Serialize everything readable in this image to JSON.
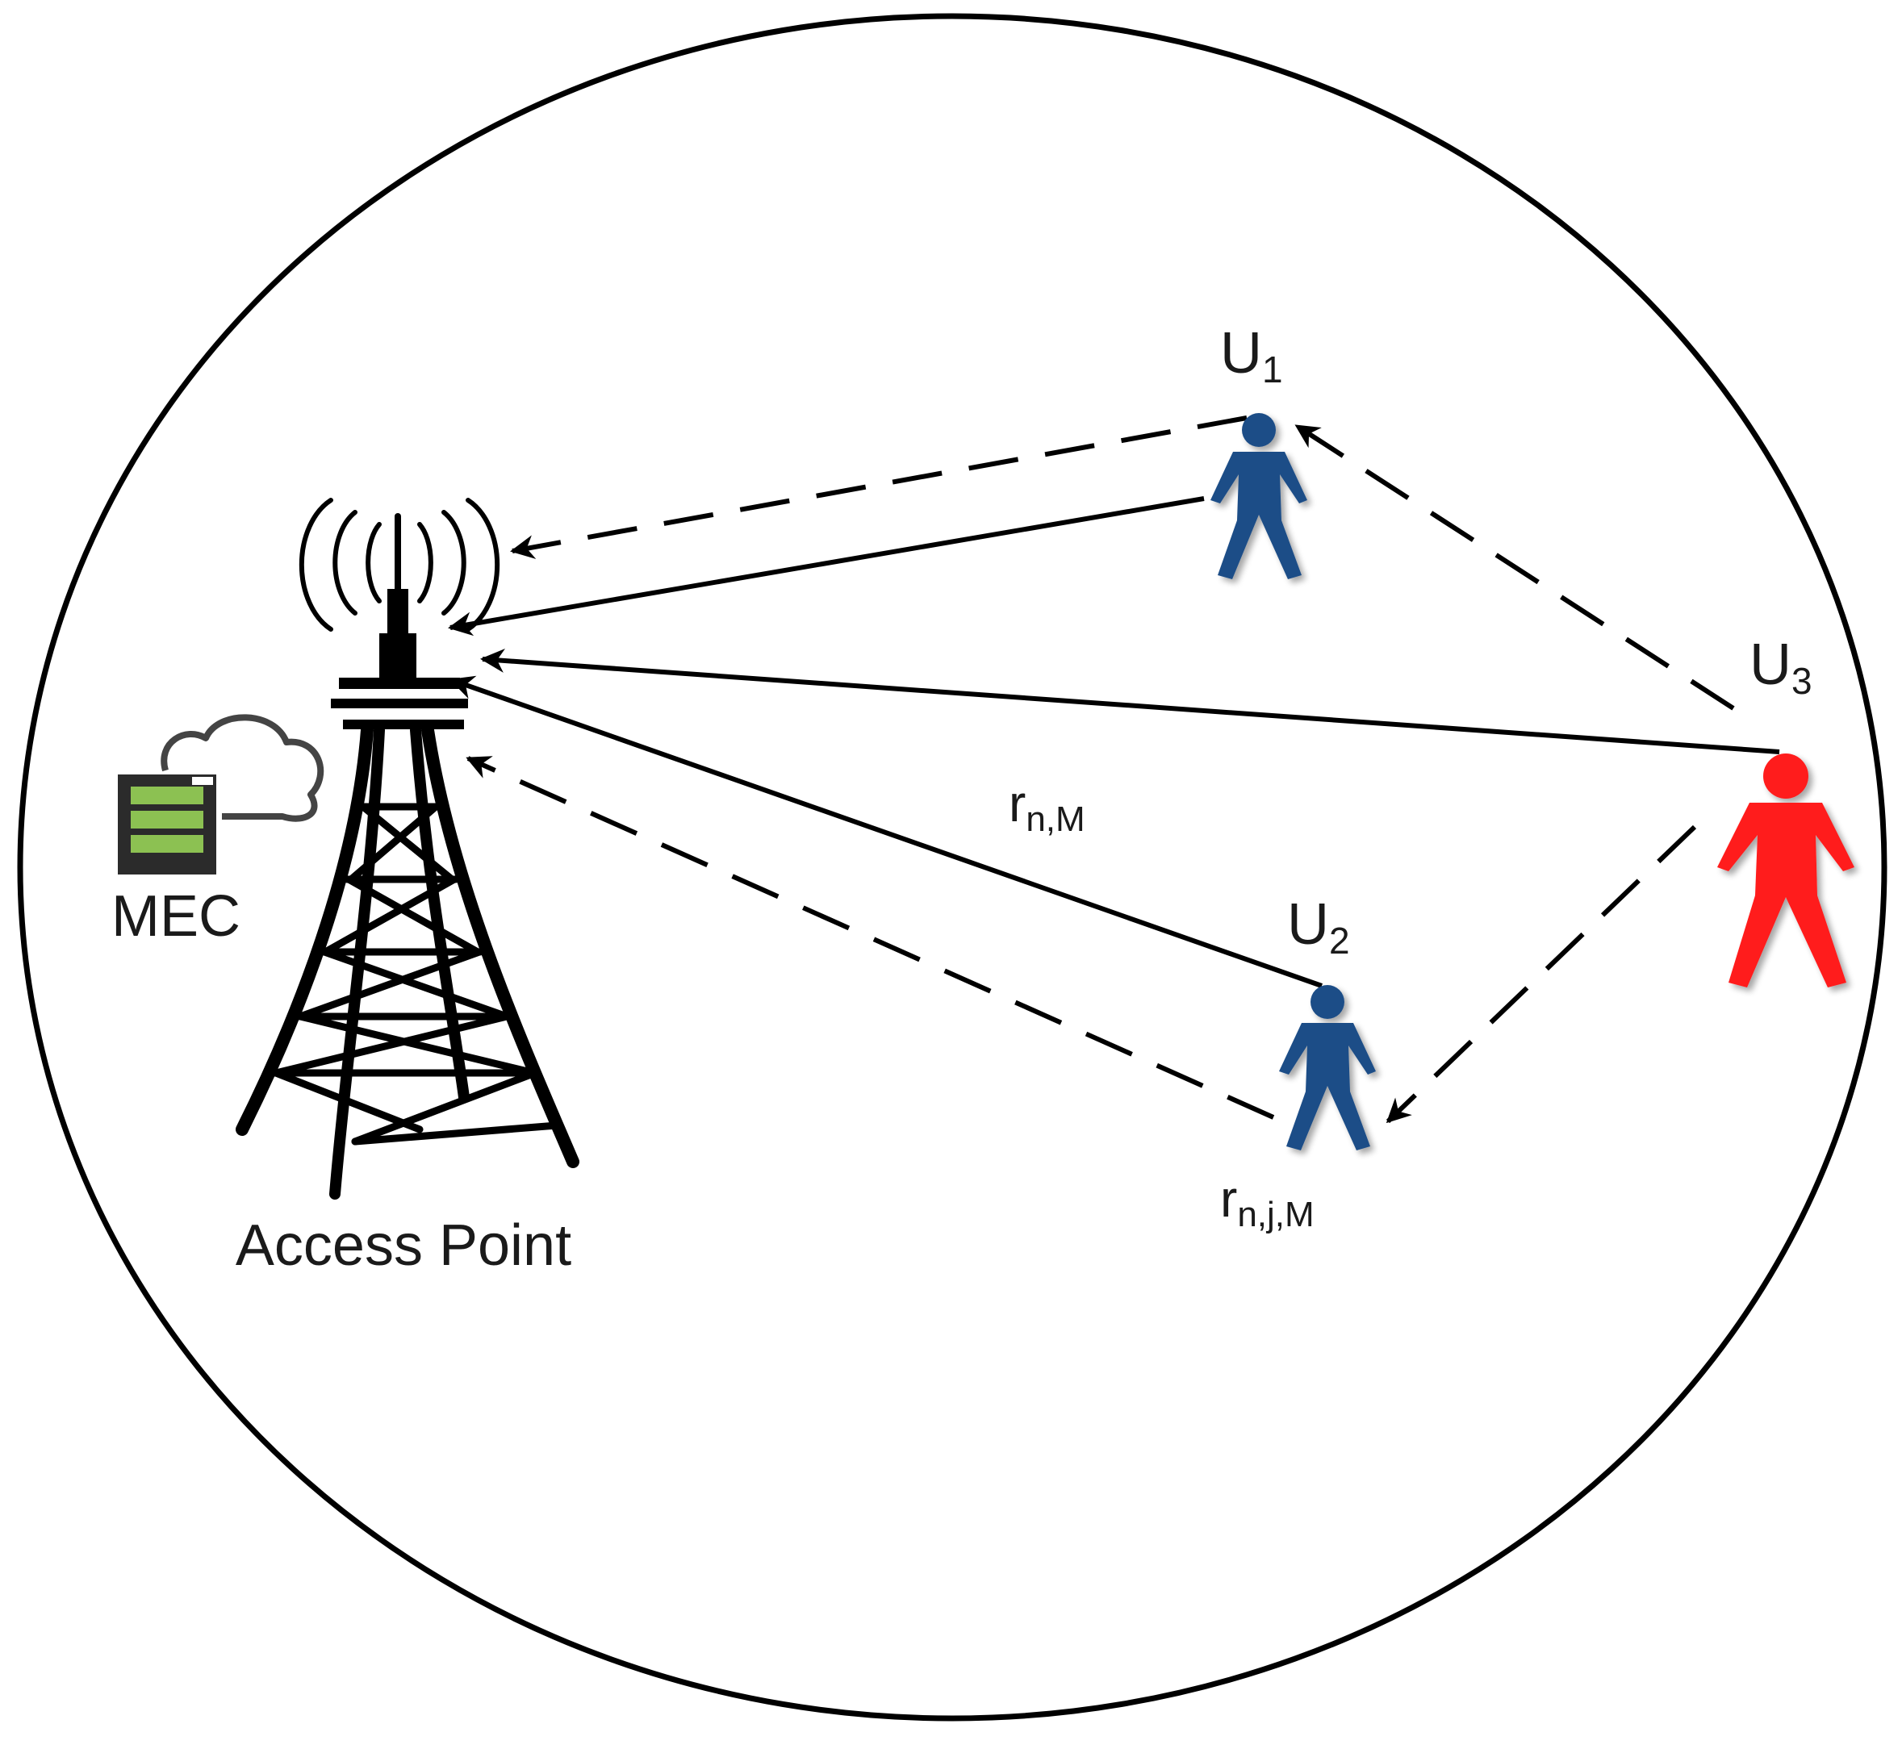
{
  "colors": {
    "outline": "#000000",
    "user": "#1f4e87",
    "requester": "#ff1a1a",
    "server_green": "#8cc152",
    "server_case": "#2b2b2b"
  },
  "icons": {
    "access_point": "transmission-tower-icon",
    "mec": "server-cloud-icon",
    "user": "person-icon"
  },
  "labels": {
    "access_point": "Access Point",
    "mec": "MEC",
    "u1": {
      "base": "U",
      "sub": "1"
    },
    "u2": {
      "base": "U",
      "sub": "2"
    },
    "u3": {
      "base": "U",
      "sub": "3"
    },
    "rate_direct": {
      "base": "r",
      "sub": "n,M"
    },
    "rate_relay": {
      "base": "r",
      "sub": "n,j,M"
    }
  }
}
